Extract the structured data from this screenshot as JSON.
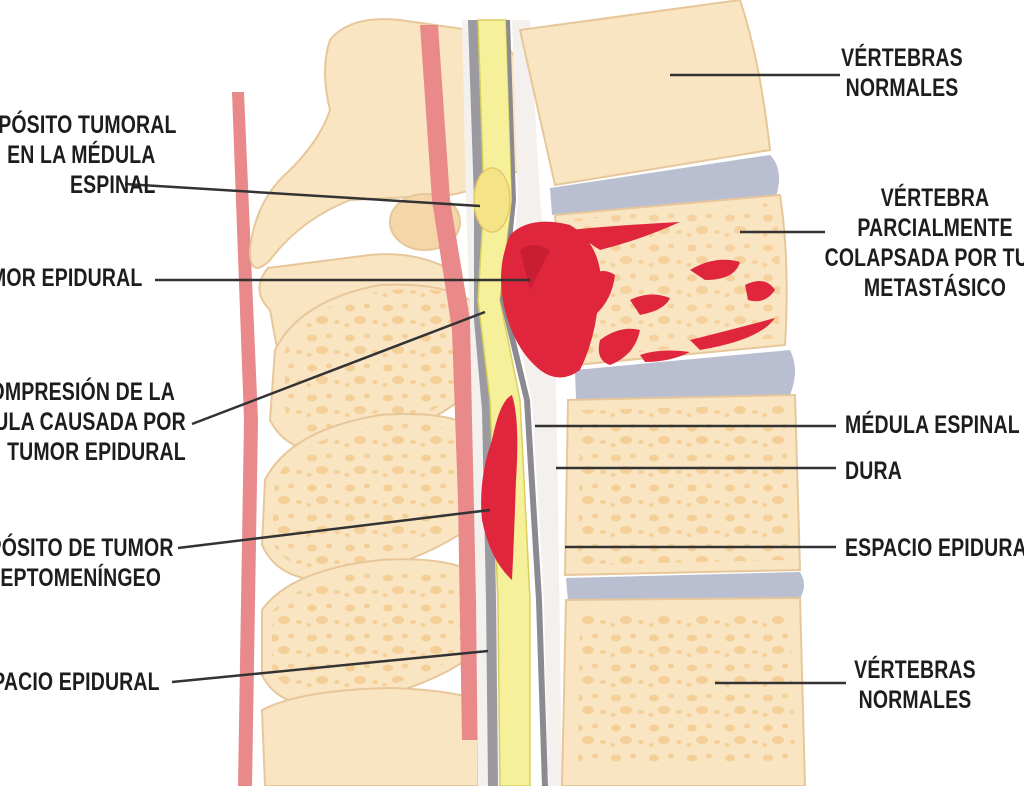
{
  "labels": {
    "normal_vertebrae_top": [
      "VÉRTEBRAS",
      "NORMALES"
    ],
    "tumor_deposit_spinal_cord": [
      "EPÓSITO TUMORAL",
      "EN LA MÉDULA",
      "ESPINAL"
    ],
    "epidural_tumor": "MOR EPIDURAL",
    "partially_collapsed_vertebra": [
      "VÉRTEBRA",
      "PARCIALMENTE",
      "COLAPSADA POR TUM",
      "METASTÁSICO"
    ],
    "cord_compression": [
      "OMPRESIÓN DE LA",
      "DULA CAUSADA POR",
      "TUMOR EPIDURAL"
    ],
    "spinal_cord": "MÉDULA ESPINAL",
    "dura": "DURA",
    "leptomeningeal_deposit": [
      "PÓSITO DE TUMOR",
      "LEPTOMENÍNGEO"
    ],
    "epidural_space_right": "ESPACIO EPIDURAL",
    "epidural_space_left": "SPACIO EPIDURAL",
    "normal_vertebrae_bottom": [
      "VÉRTEBRAS",
      "NORMALES"
    ]
  },
  "colors": {
    "bone": "#fae5c3",
    "bone_outline": "#e7c79a",
    "bone_spots": "#f2c98c",
    "disc": "#b9bfd0",
    "spinal_cord": "#f7f09a",
    "tumor": "#e0263c",
    "tumor_dark": "#b8182b",
    "ligament": "#e0787a",
    "dura": "#9a9aa0",
    "leader": "#333333"
  }
}
